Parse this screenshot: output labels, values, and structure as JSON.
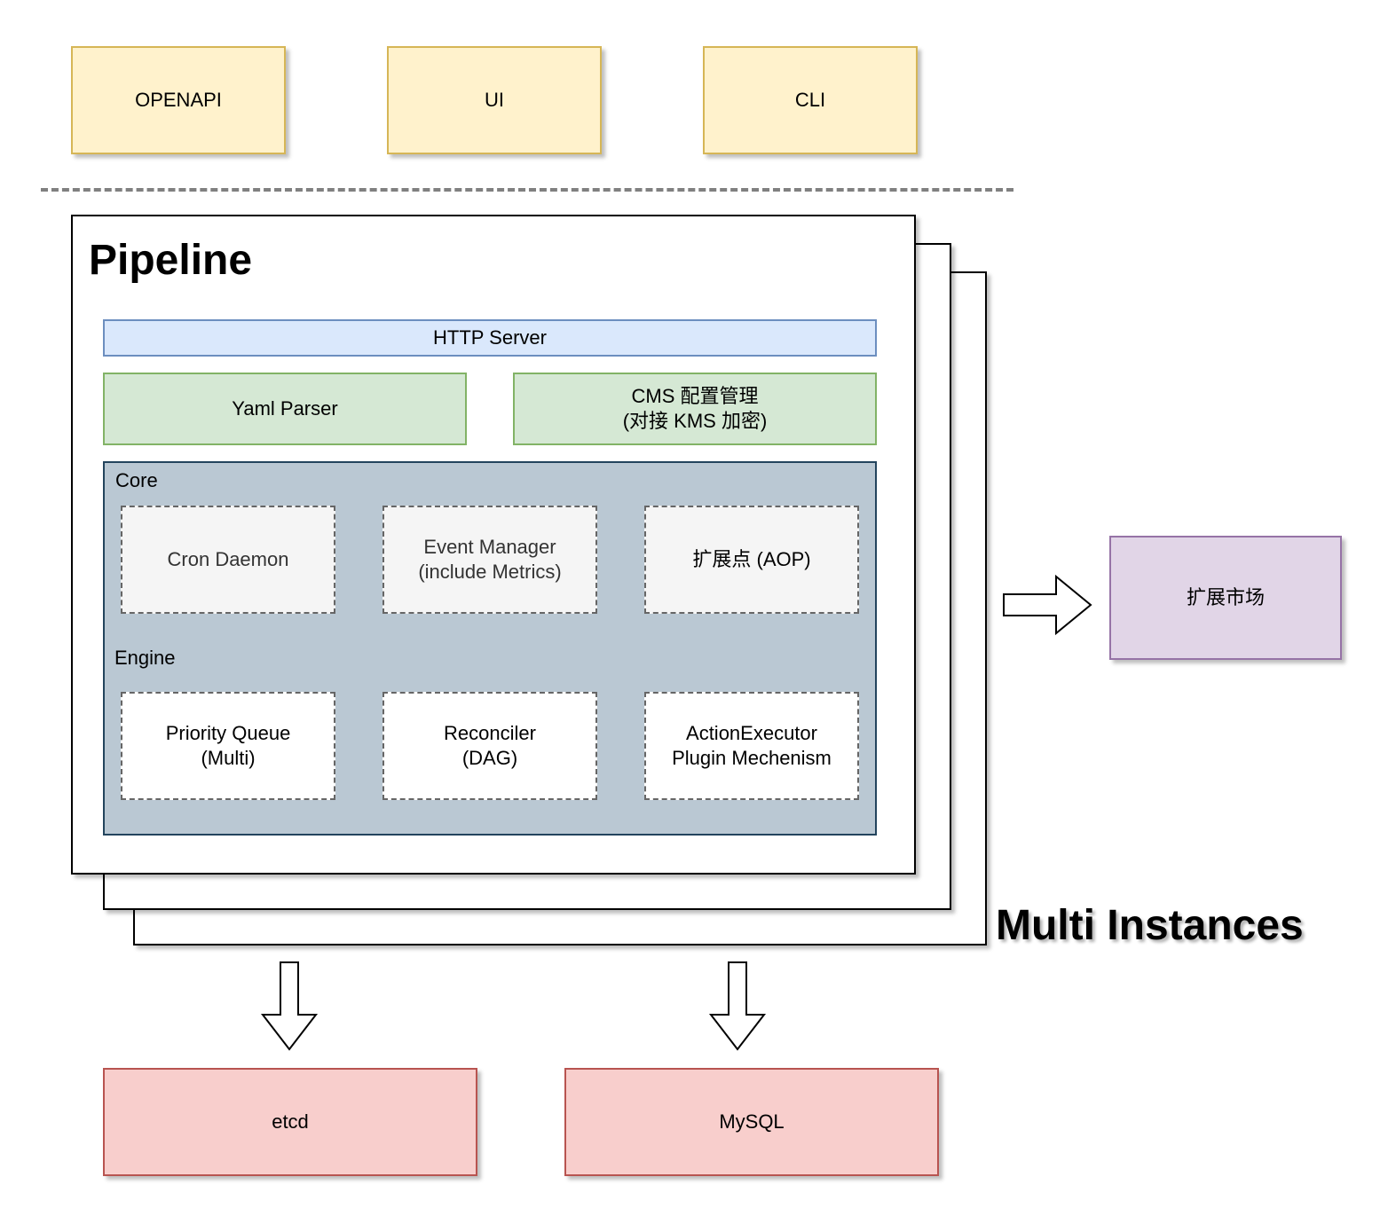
{
  "clients": [
    "OPENAPI",
    "UI",
    "CLI"
  ],
  "pipeline": {
    "title": "Pipeline",
    "http_server": "HTTP Server",
    "yaml_parser": "Yaml Parser",
    "cms": "CMS 配置管理\n(对接 KMS 加密)",
    "core": {
      "label": "Core",
      "items": [
        "Cron Daemon",
        "Event Manager\n(include Metrics)",
        "扩展点 (AOP)"
      ]
    },
    "engine": {
      "label": "Engine",
      "items": [
        "Priority Queue\n(Multi)",
        "Reconciler\n(DAG)",
        "ActionExecutor\nPlugin Mechenism"
      ]
    }
  },
  "multi_instances": "Multi Instances",
  "extension_market": "扩展市场",
  "storage": [
    "etcd",
    "MySQL"
  ],
  "colors": {
    "client_fill": "#fff2cc",
    "http_fill": "#dae8fc",
    "green_fill": "#d5e8d4",
    "core_fill": "#bac8d3",
    "market_fill": "#e1d5e7",
    "storage_fill": "#f8cecc"
  }
}
